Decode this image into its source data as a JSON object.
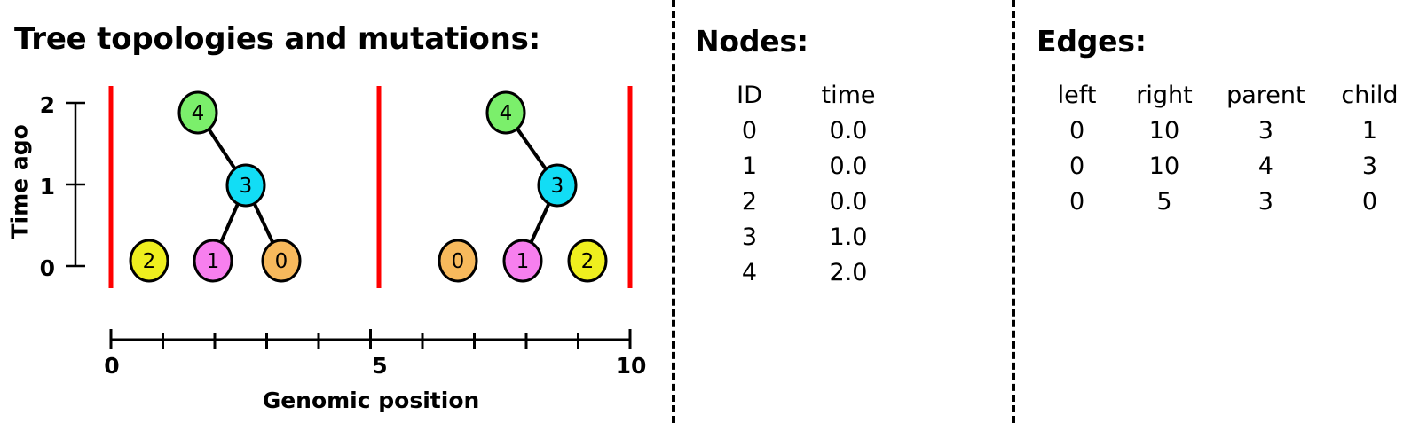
{
  "panels": {
    "trees": {
      "title": "Tree topologies and mutations:"
    },
    "nodes": {
      "title": "Nodes:"
    },
    "edges": {
      "title": "Edges:"
    }
  },
  "chart_data": {
    "type": "diagram",
    "title": "Tree topologies and mutations:",
    "xlabel": "Genomic position",
    "ylabel": "Time ago",
    "xlim": [
      0,
      10
    ],
    "ylim": [
      0,
      2
    ],
    "xticks": [
      0,
      1,
      2,
      3,
      4,
      5,
      6,
      7,
      8,
      9,
      10
    ],
    "xtick_labels": [
      "0",
      "",
      "",
      "",
      "",
      "5",
      "",
      "",
      "",
      "",
      "10"
    ],
    "yticks": [
      0,
      1,
      2
    ],
    "ytick_labels": [
      "0",
      "1",
      "2"
    ],
    "grid": false,
    "legend": "none",
    "breakpoints": [
      0,
      5,
      10
    ],
    "breakpoint_color": "#FF0000",
    "node_colors": {
      "0": "#F7B95C",
      "1": "#F77FEE",
      "2": "#EFEF1E",
      "3": "#12DDF5",
      "4": "#7BEF6B"
    },
    "trees": [
      {
        "name": "tree-interval-0-5",
        "interval": [
          0,
          5
        ],
        "nodes": [
          {
            "id": "2",
            "x": 0.55,
            "time": 0
          },
          {
            "id": "1",
            "x": 1.75,
            "time": 0
          },
          {
            "id": "0",
            "x": 3.25,
            "time": 0
          },
          {
            "id": "3",
            "x": 2.5,
            "time": 1
          },
          {
            "id": "4",
            "x": 1.6,
            "time": 2
          }
        ],
        "edges": [
          {
            "parent": "4",
            "child": "3"
          },
          {
            "parent": "3",
            "child": "1"
          },
          {
            "parent": "3",
            "child": "0"
          }
        ]
      },
      {
        "name": "tree-interval-5-10",
        "interval": [
          5,
          10
        ],
        "nodes": [
          {
            "id": "0",
            "x": 6.55,
            "time": 0
          },
          {
            "id": "1",
            "x": 7.95,
            "time": 0
          },
          {
            "id": "2",
            "x": 9.3,
            "time": 0
          },
          {
            "id": "3",
            "x": 8.6,
            "time": 1
          },
          {
            "id": "4",
            "x": 7.7,
            "time": 2
          }
        ],
        "edges": [
          {
            "parent": "4",
            "child": "3"
          },
          {
            "parent": "3",
            "child": "1"
          }
        ]
      }
    ]
  },
  "nodes_table": {
    "headers": [
      "ID",
      "time"
    ],
    "rows": [
      [
        "0",
        "0.0"
      ],
      [
        "1",
        "0.0"
      ],
      [
        "2",
        "0.0"
      ],
      [
        "3",
        "1.0"
      ],
      [
        "4",
        "2.0"
      ]
    ]
  },
  "edges_table": {
    "headers": [
      "left",
      "right",
      "parent",
      "child"
    ],
    "rows": [
      [
        "0",
        "10",
        "3",
        "1"
      ],
      [
        "0",
        "10",
        "4",
        "3"
      ],
      [
        "0",
        "5",
        "3",
        "0"
      ]
    ]
  }
}
